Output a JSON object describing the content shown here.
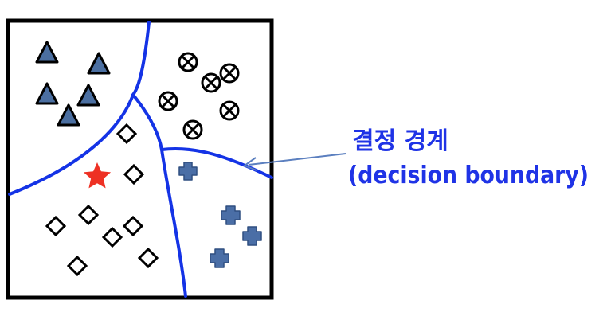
{
  "annotation": {
    "title_korean": "결정 경계",
    "title_english": "(decision boundary)"
  },
  "colors": {
    "boundary": "#1433e6",
    "label_text": "#1f33e6",
    "triangle_fill": "#4b6fa1",
    "plus_fill": "#4a6ea6",
    "star_fill": "#ee3124",
    "arrow": "#5b7fbf",
    "frame": "#000000"
  },
  "legend_classes": [
    "triangle",
    "circle-x",
    "diamond",
    "plus",
    "star"
  ]
}
